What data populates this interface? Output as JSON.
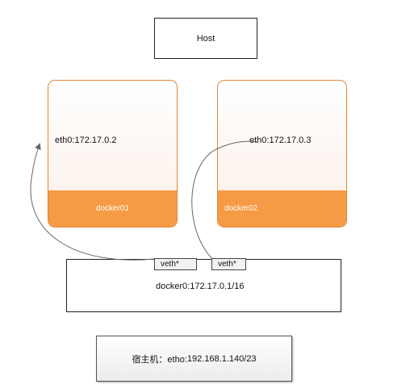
{
  "host": {
    "label": "Host"
  },
  "containers": [
    {
      "name": "docker01",
      "interface": "eth0:172.17.0.2"
    },
    {
      "name": "docker02",
      "interface": "eth0:172.17.0.3"
    }
  ],
  "bridge": {
    "prefix": "docker0:",
    "address": "172.17.0.1/16"
  },
  "veth_pairs": [
    {
      "label": "veth*"
    },
    {
      "label": "veth*"
    }
  ],
  "host_nic": {
    "prefix": "宿主机：etho:",
    "address": "192.168.1.140/23"
  },
  "colors": {
    "container_footer": "#f59a45",
    "container_border": "#e0883a",
    "link_line": "#666666"
  }
}
